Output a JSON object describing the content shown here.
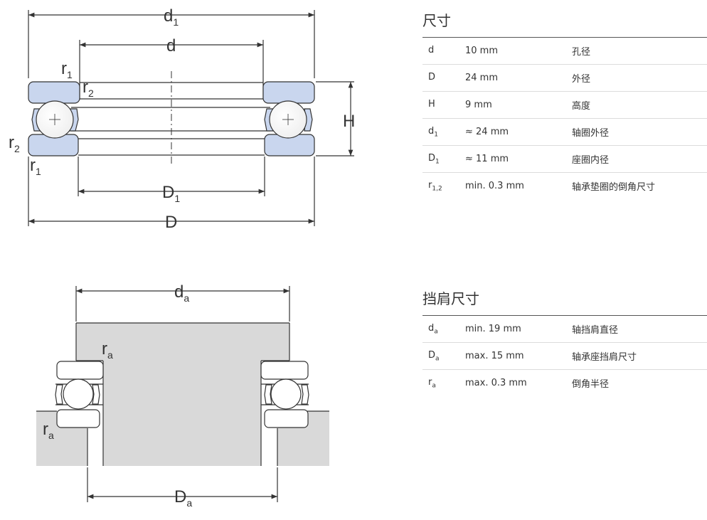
{
  "dimensions": {
    "title": "尺寸",
    "rows": [
      {
        "sym": "d",
        "sub": "",
        "value": "10 mm",
        "desc": "孔径"
      },
      {
        "sym": "D",
        "sub": "",
        "value": "24 mm",
        "desc": "外径"
      },
      {
        "sym": "H",
        "sub": "",
        "value": "9 mm",
        "desc": "高度"
      },
      {
        "sym": "d",
        "sub": "1",
        "value": "≈ 24 mm",
        "desc": "轴圈外径"
      },
      {
        "sym": "D",
        "sub": "1",
        "value": "≈ 11 mm",
        "desc": "座圈内径"
      },
      {
        "sym": "r",
        "sub": "1,2",
        "value": "min. 0.3 mm",
        "desc": "轴承垫圈的倒角尺寸"
      }
    ]
  },
  "abutment": {
    "title": "挡肩尺寸",
    "rows": [
      {
        "sym": "d",
        "sub": "a",
        "value": "min. 19 mm",
        "desc": "轴挡肩直径"
      },
      {
        "sym": "D",
        "sub": "a",
        "value": "max. 15 mm",
        "desc": "轴承座挡肩尺寸"
      },
      {
        "sym": "r",
        "sub": "a",
        "value": "max. 0.3 mm",
        "desc": "倒角半径"
      }
    ]
  },
  "diagram_top": {
    "d1": {
      "base": "d",
      "sub": "1"
    },
    "d": {
      "base": "d",
      "sub": ""
    },
    "r1_top": {
      "base": "r",
      "sub": "1"
    },
    "r2_top": {
      "base": "r",
      "sub": "2"
    },
    "r2_left": {
      "base": "r",
      "sub": "2"
    },
    "r1_bottom": {
      "base": "r",
      "sub": "1"
    },
    "H": {
      "base": "H",
      "sub": ""
    },
    "D1": {
      "base": "D",
      "sub": "1"
    },
    "D": {
      "base": "D",
      "sub": ""
    }
  },
  "diagram_bottom": {
    "da": {
      "base": "d",
      "sub": "a"
    },
    "ra_top": {
      "base": "r",
      "sub": "a"
    },
    "ra_left": {
      "base": "r",
      "sub": "a"
    },
    "Da": {
      "base": "D",
      "sub": "a"
    }
  },
  "colors": {
    "washer_fill": "#c9d6ee",
    "shaft_fill": "#d9d9d9",
    "line": "#333333"
  }
}
